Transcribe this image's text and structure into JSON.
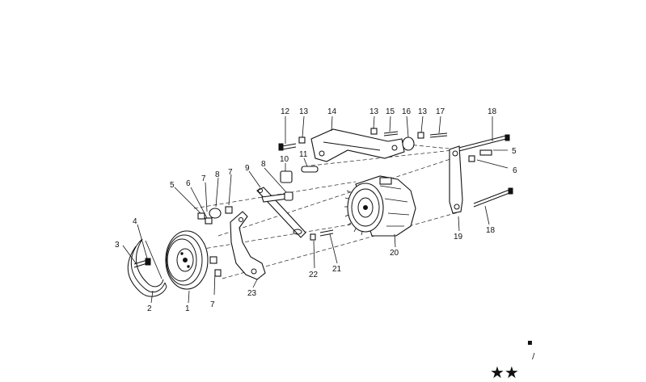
{
  "diagram": {
    "labels": {
      "l1": "1",
      "l2": "2",
      "l3": "3",
      "l4": "4",
      "l5a": "5",
      "l5b": "5",
      "l6a": "6",
      "l6b": "6",
      "l7a": "7",
      "l7b": "7",
      "l7c": "7",
      "l8a": "8",
      "l8b": "8",
      "l9": "9",
      "l10": "10",
      "l11": "11",
      "l12": "12",
      "l13a": "13",
      "l13b": "13",
      "l13c": "13",
      "l14": "14",
      "l15": "15",
      "l16": "16",
      "l17": "17",
      "l18a": "18",
      "l18b": "18",
      "l19": "19",
      "l20": "20",
      "l21": "21",
      "l22": "22",
      "l23": "23"
    },
    "corner_marks": {
      "mark": "▪",
      "tick": "/",
      "stars": "★★"
    }
  }
}
